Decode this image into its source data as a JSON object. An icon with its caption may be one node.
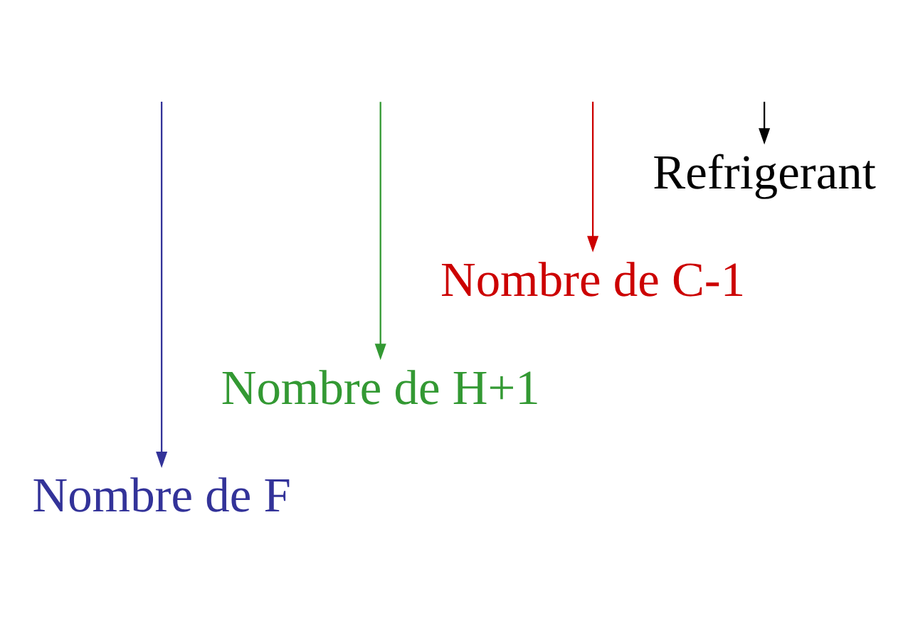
{
  "diagram": {
    "nodes": [
      {
        "text": [
          "Nombre de F"
        ]
      },
      {
        "text": [
          "Nombre de H+1"
        ]
      },
      {
        "text": [
          "Nombre de C-1"
        ]
      },
      {
        "text": [
          "Refrigerant"
        ]
      }
    ],
    "edges": [
      {
        "from": null,
        "to": 3,
        "arrow": "to",
        "color": "#000000"
      },
      {
        "from": null,
        "to": 2,
        "arrow": "to",
        "color": "#cc0000"
      },
      {
        "from": null,
        "to": 1,
        "arrow": "to",
        "color": "#339933"
      },
      {
        "from": null,
        "to": 0,
        "arrow": "to",
        "color": "#333399"
      }
    ]
  }
}
